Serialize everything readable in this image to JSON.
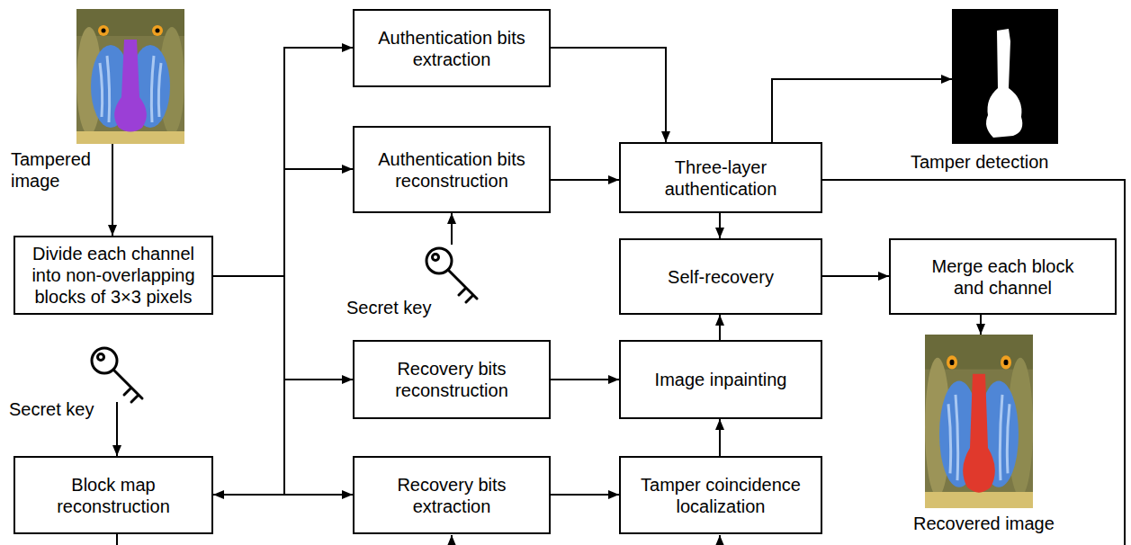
{
  "diagram": {
    "nodes": [
      {
        "text": [
          "Tampered image"
        ]
      },
      {
        "text": [
          "Authentication bits extraction"
        ]
      },
      {
        "text": [
          "Authentication bits reconstruction"
        ]
      },
      {
        "text": [
          "Secret key"
        ]
      },
      {
        "text": [
          "Three-layer authentication"
        ]
      },
      {
        "text": [
          "Tamper detection"
        ]
      },
      {
        "text": [
          "Divide each channel into non-overlapping blocks of 3×3 pixels"
        ]
      },
      {
        "text": [
          "Self-recovery"
        ]
      },
      {
        "text": [
          "Merge each block and channel"
        ]
      },
      {
        "text": [
          "Secret key"
        ]
      },
      {
        "text": [
          "Recovery bits reconstruction"
        ]
      },
      {
        "text": [
          "Image inpainting"
        ]
      },
      {
        "text": [
          "Recovered image"
        ]
      },
      {
        "text": [
          "Block map reconstruction"
        ]
      },
      {
        "text": [
          "Recovery bits extraction"
        ]
      },
      {
        "text": [
          "Tamper coincidence localization"
        ]
      }
    ],
    "edges": [
      {
        "from": 0,
        "to": 6,
        "arrow": "to"
      },
      {
        "from": 6,
        "to": 1,
        "arrow": "to"
      },
      {
        "from": 6,
        "to": 2,
        "arrow": "to"
      },
      {
        "from": 6,
        "to": 10,
        "arrow": "to"
      },
      {
        "from": 6,
        "to": 14,
        "arrow": "to"
      },
      {
        "from": 6,
        "to": 13,
        "arrow": "to"
      },
      {
        "from": 1,
        "to": 4,
        "arrow": "to"
      },
      {
        "from": 2,
        "to": 4,
        "arrow": "to"
      },
      {
        "from": 3,
        "to": 2,
        "arrow": "to"
      },
      {
        "from": 4,
        "to": 5,
        "arrow": "to"
      },
      {
        "from": 4,
        "to": 7,
        "arrow": "to"
      },
      {
        "from": 9,
        "to": 13,
        "arrow": "to"
      },
      {
        "from": 10,
        "to": 11,
        "arrow": "to"
      },
      {
        "from": 11,
        "to": 7,
        "arrow": "to"
      },
      {
        "from": 7,
        "to": 8,
        "arrow": "to"
      },
      {
        "from": 8,
        "to": 12,
        "arrow": "to"
      },
      {
        "from": 14,
        "to": 15,
        "arrow": "to"
      },
      {
        "from": 15,
        "to": 11,
        "arrow": "to"
      }
    ]
  }
}
